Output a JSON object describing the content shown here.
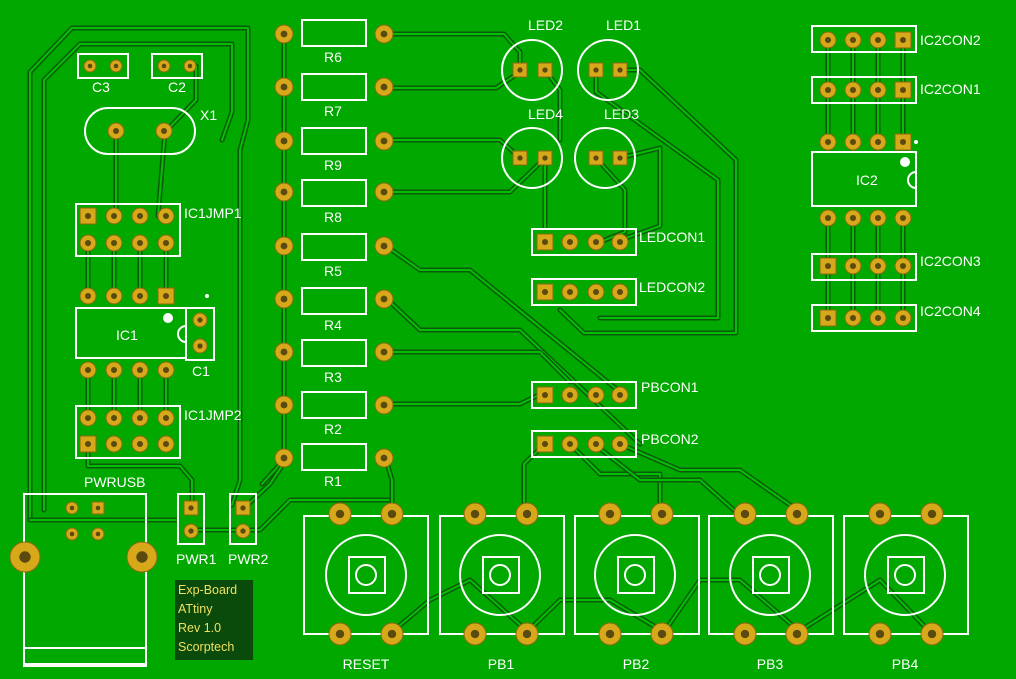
{
  "colors": {
    "board": "#00a800",
    "trace": "#0c5a0c",
    "silkscreen": "#ffffff",
    "pad": "#d6a81a",
    "hole": "#5a4a10",
    "stamp_bg": "#0a4a0a",
    "stamp_text": "#f0e060"
  },
  "labels": {
    "c3": "C3",
    "c2": "C2",
    "x1": "X1",
    "ic1jmp1": "IC1JMP1",
    "ic1": "IC1",
    "c1": "C1",
    "ic1jmp2": "IC1JMP2",
    "pwrusb": "PWRUSB",
    "pwr1": "PWR1",
    "pwr2": "PWR2",
    "r6": "R6",
    "r7": "R7",
    "r9": "R9",
    "r8": "R8",
    "r5": "R5",
    "r4": "R4",
    "r3": "R3",
    "r2": "R2",
    "r1": "R1",
    "led2": "LED2",
    "led1": "LED1",
    "led4": "LED4",
    "led3": "LED3",
    "ledcon1": "LEDCON1",
    "ledcon2": "LEDCON2",
    "pbcon1": "PBCON1",
    "pbcon2": "PBCON2",
    "ic2con2": "IC2CON2",
    "ic2con1": "IC2CON1",
    "ic2": "IC2",
    "ic2con3": "IC2CON3",
    "ic2con4": "IC2CON4",
    "reset": "RESET",
    "pb1": "PB1",
    "pb2": "PB2",
    "pb3": "PB3",
    "pb4": "PB4"
  },
  "board_stamp": {
    "line1": "Exp-Board",
    "line2": "ATtiny",
    "line3": "Rev 1.0",
    "line4": "Scorptech"
  }
}
